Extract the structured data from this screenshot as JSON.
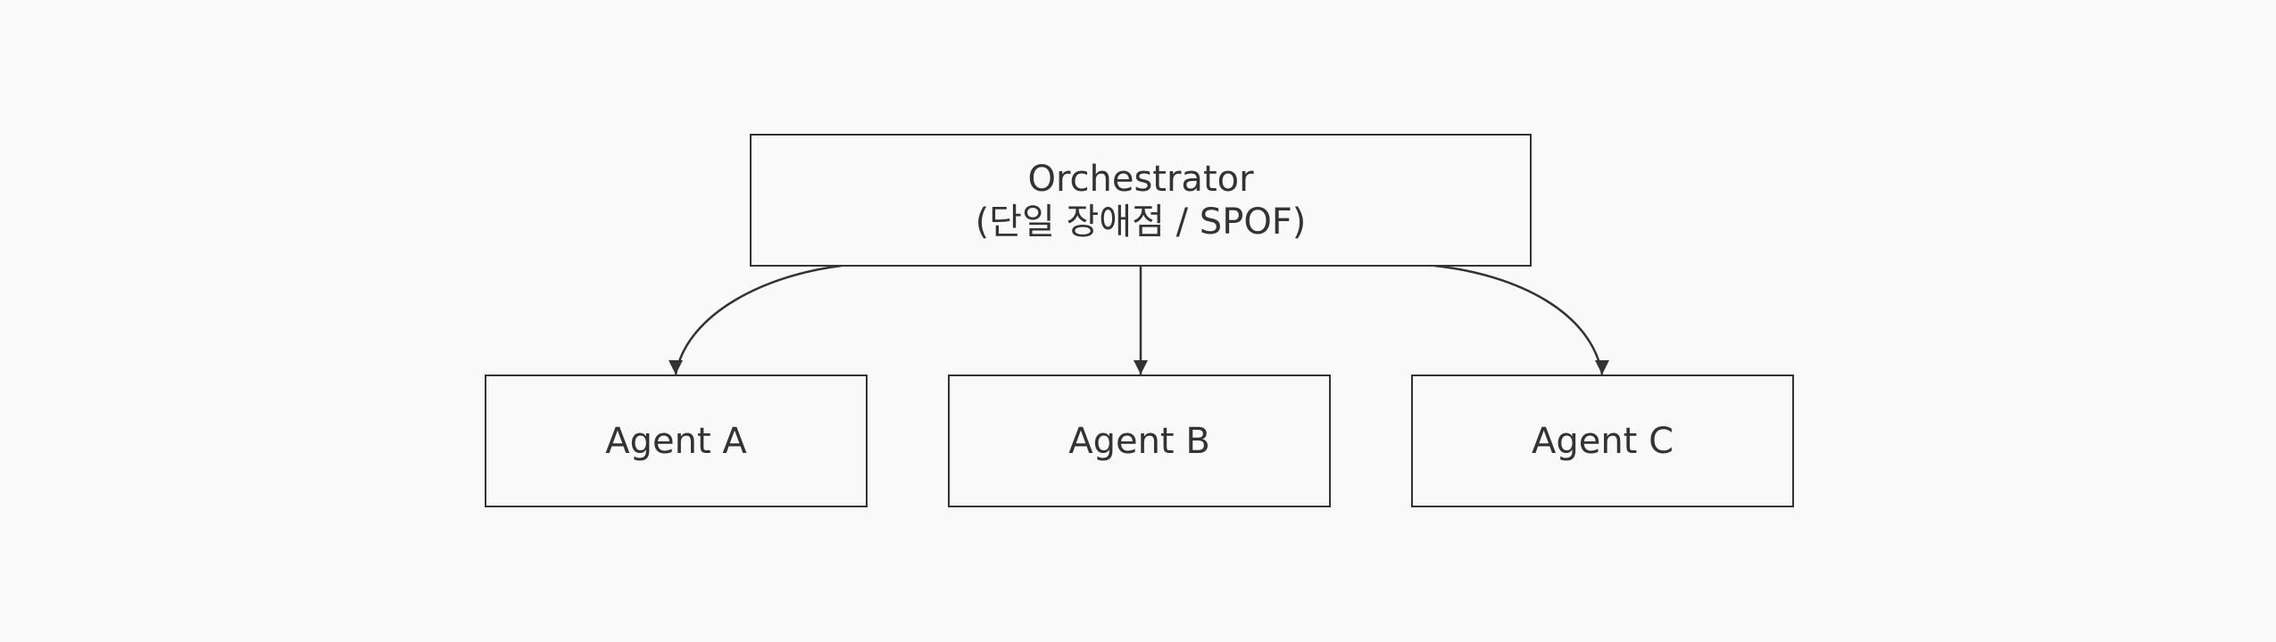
{
  "diagram": {
    "background_color": "#f9f9f9",
    "line_color": "#333333",
    "nodes": {
      "orchestrator": {
        "title": "Orchestrator",
        "subtitle": "(단일 장애점 / SPOF)"
      },
      "agent_a": {
        "label": "Agent A"
      },
      "agent_b": {
        "label": "Agent B"
      },
      "agent_c": {
        "label": "Agent C"
      }
    },
    "edges": [
      {
        "from": "orchestrator",
        "to": "agent_a",
        "style": "curved-arrow"
      },
      {
        "from": "orchestrator",
        "to": "agent_b",
        "style": "straight-arrow"
      },
      {
        "from": "orchestrator",
        "to": "agent_c",
        "style": "curved-arrow"
      }
    ]
  }
}
